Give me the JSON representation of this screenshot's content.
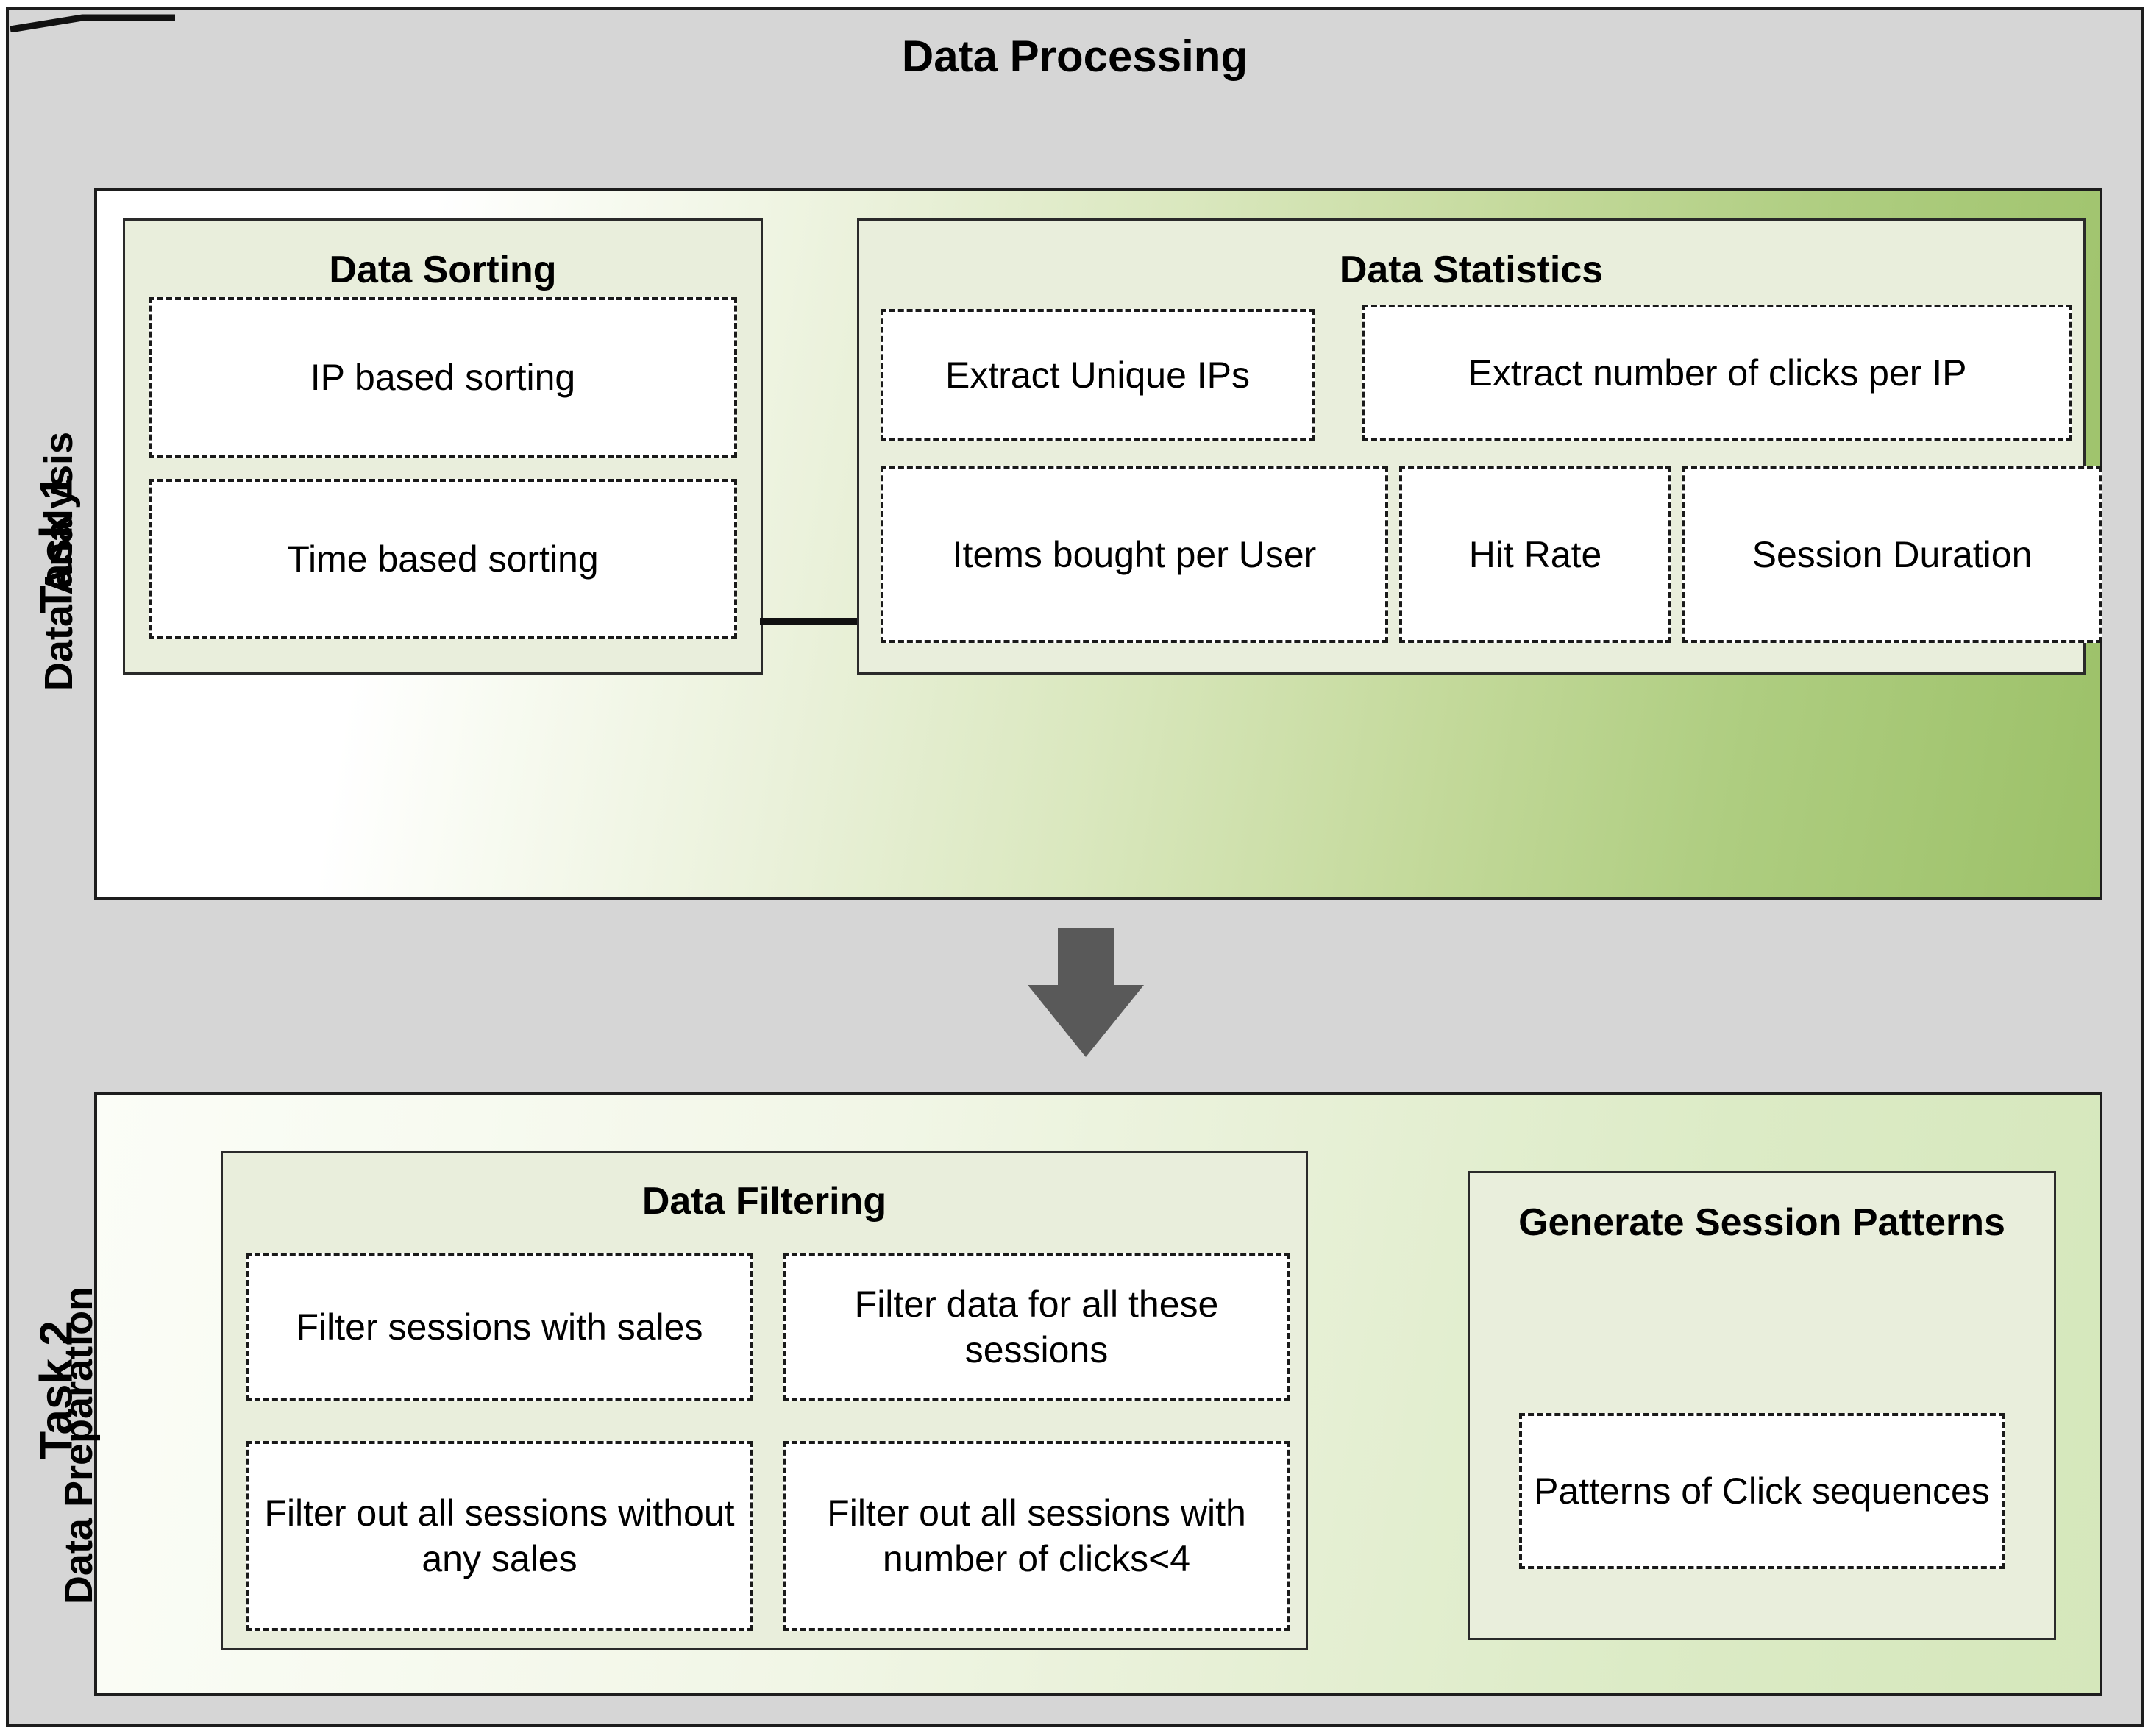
{
  "diagram": {
    "title": "Data Processing",
    "colors": {
      "frame_background": "#d6d6d6",
      "accent_green": "#9cc168",
      "group_fill": "#e9eedc",
      "leaf_fill": "#ffffff",
      "line": "#1d1d1d",
      "arrow": "#595959"
    }
  },
  "task1": {
    "task_label": "Task 1",
    "stage_label": "Data Analysis",
    "groups": [
      {
        "title": "Data Sorting",
        "items": [
          "IP based sorting",
          "Time based sorting"
        ]
      },
      {
        "title": "Data Statistics",
        "items": [
          "Extract Unique IPs",
          "Extract number of clicks per IP",
          "Items bought per User",
          "Hit Rate",
          "Session Duration"
        ]
      }
    ]
  },
  "flow_arrow": {
    "icon": "down-arrow-icon",
    "direction": "down",
    "from": "Task 1",
    "to": "Task 2"
  },
  "task2": {
    "task_label": "Task 2",
    "stage_label": "Data Preparation",
    "groups": [
      {
        "title": "Data Filtering",
        "items": [
          "Filter sessions with sales",
          "Filter data for all these sessions",
          "Filter out all sessions without any sales",
          "Filter out all sessions with number of clicks<4"
        ]
      },
      {
        "title": "Generate Session Patterns",
        "items": [
          "Patterns of Click sequences"
        ]
      }
    ]
  }
}
